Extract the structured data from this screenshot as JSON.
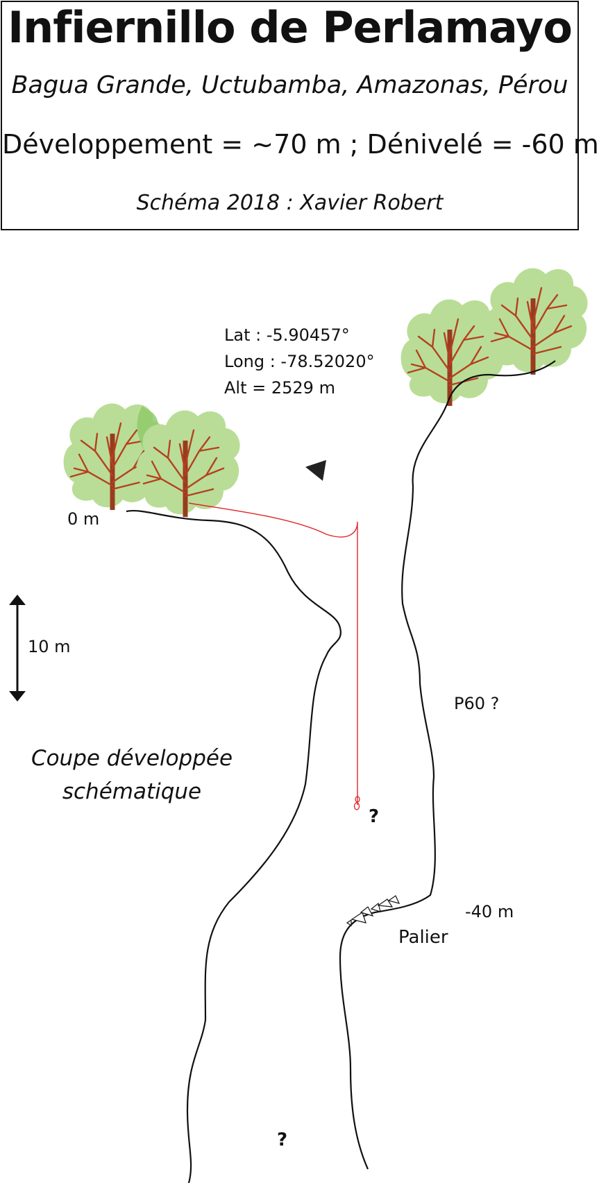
{
  "header": {
    "title": "Infiernillo de Perlamayo",
    "subtitle": "Bagua Grande, Uctubamba, Amazonas, Pérou",
    "development": "Développement = ~70 m ; Dénivelé = -60 m",
    "author": "Schéma 2018 : Xavier Robert"
  },
  "entrance": {
    "lat": "Lat : -5.90457°",
    "long": "Long : -78.52020°",
    "alt": "Alt = 2529 m"
  },
  "labels": {
    "zero": "0 m",
    "scale": "10 m",
    "pitch": "P60 ?",
    "depth40": "-40 m",
    "ledge": "Palier",
    "unknown_mid": "?",
    "unknown_bottom": "?"
  },
  "caption": {
    "line1": "Coupe développée",
    "line2": "schématique"
  },
  "colors": {
    "wall": "#111111",
    "rope": "#e0262a",
    "foliage": "#b9dd96",
    "foliage_shade": "#8fca6a",
    "trunk": "#9a3b20",
    "branch": "#b5401f"
  },
  "icons": [
    "tree-icon",
    "entrance-triangle-icon",
    "scale-arrow-icon",
    "blocks-icon",
    "rope-anchor-icon"
  ]
}
